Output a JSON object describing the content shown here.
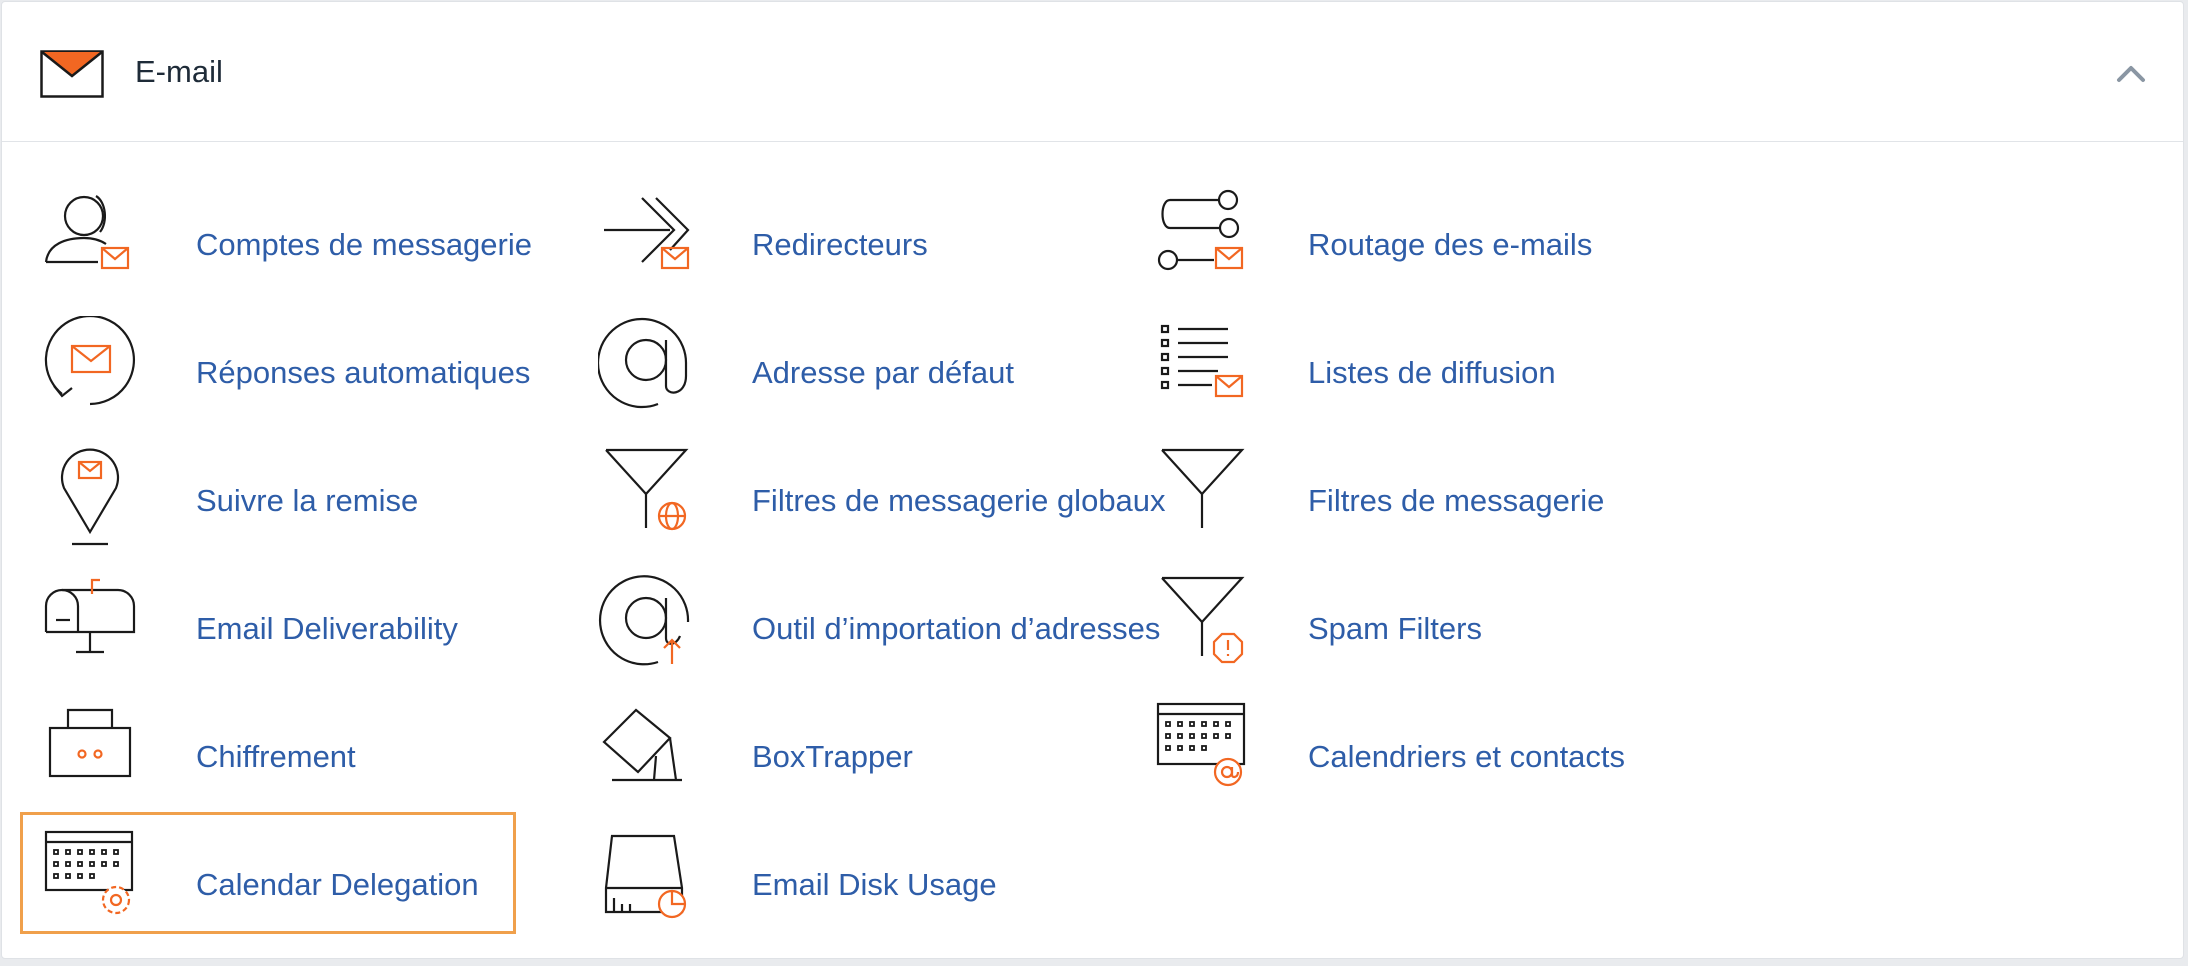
{
  "section": {
    "title": "E-mail",
    "icon": "envelope-icon",
    "collapse_icon": "chevron-up-icon"
  },
  "colors": {
    "accent": "#f26722",
    "link": "#2e5da8",
    "highlight": "#f0a04b",
    "icon_stroke": "#1a1a1a"
  },
  "items": [
    {
      "label": "Comptes de messagerie",
      "icon": "user-mail-icon"
    },
    {
      "label": "Redirecteurs",
      "icon": "forward-mail-icon"
    },
    {
      "label": "Routage des e-mails",
      "icon": "route-mail-icon"
    },
    {
      "label": "Réponses automatiques",
      "icon": "autoresponder-icon"
    },
    {
      "label": "Adresse par défaut",
      "icon": "at-sign-icon"
    },
    {
      "label": "Listes de diffusion",
      "icon": "mailing-list-icon"
    },
    {
      "label": "Suivre la remise",
      "icon": "location-pin-mail-icon"
    },
    {
      "label": "Filtres de messagerie globaux",
      "icon": "funnel-globe-icon"
    },
    {
      "label": "Filtres de messagerie",
      "icon": "funnel-icon"
    },
    {
      "label": "Email Deliverability",
      "icon": "mailbox-icon"
    },
    {
      "label": "Outil d’importation d’adresses",
      "icon": "at-sign-upload-icon"
    },
    {
      "label": "Spam Filters",
      "icon": "funnel-warning-icon"
    },
    {
      "label": "Chiffrement",
      "icon": "encryption-icon"
    },
    {
      "label": "BoxTrapper",
      "icon": "boxtrapper-icon"
    },
    {
      "label": "Calendriers et contacts",
      "icon": "calendar-at-icon"
    },
    {
      "label": "Calendar Delegation",
      "icon": "calendar-gear-icon",
      "selected": true
    },
    {
      "label": "Email Disk Usage",
      "icon": "disk-usage-icon"
    }
  ]
}
